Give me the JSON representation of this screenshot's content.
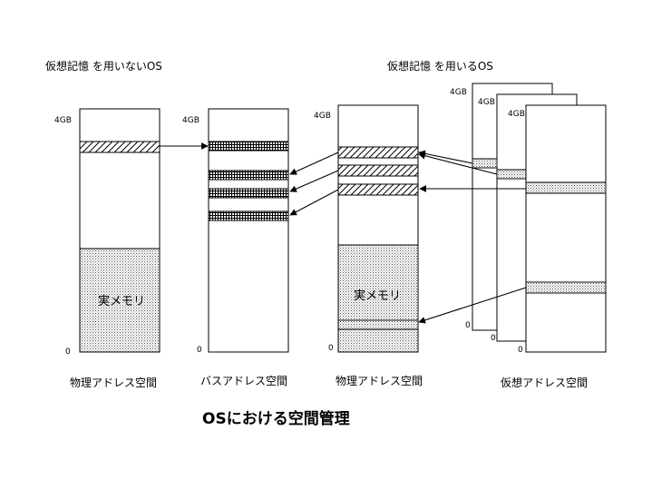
{
  "headings": {
    "without_vm": "仮想記憶 を用いないOS",
    "with_vm": "仮想記憶 を用いるOS"
  },
  "axis": {
    "top": "4GB",
    "bottom": "0"
  },
  "region_labels": {
    "real_memory_left": "実メモリ",
    "real_memory_right": "実メモリ"
  },
  "column_labels": {
    "physical_left": "物理アドレス空間",
    "bus": "バスアドレス空間",
    "physical_right": "物理アドレス空間",
    "virtual": "仮想アドレス空間"
  },
  "caption": "OSにおける空間管理"
}
